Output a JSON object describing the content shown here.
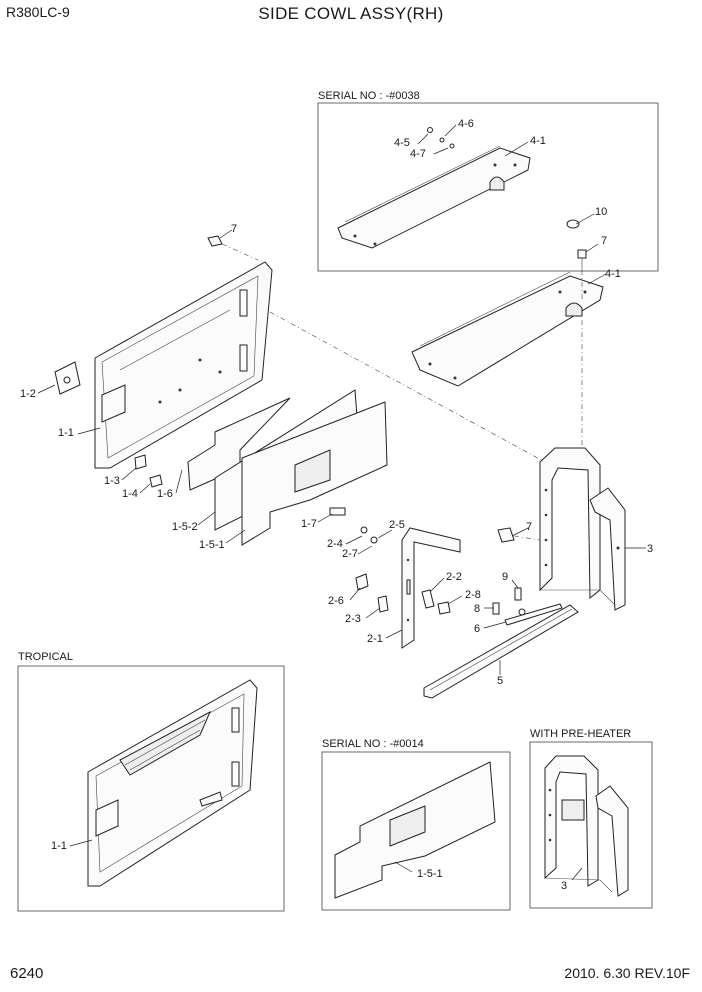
{
  "header": {
    "model": "R380LC-9",
    "title": "SIDE COWL ASSY(RH)"
  },
  "footer": {
    "page_number": "6240",
    "date_revision": "2010. 6.30  REV.10F"
  },
  "boxes": {
    "serial_0038": "SERIAL NO : -#0038",
    "tropical": "TROPICAL",
    "serial_0014": "SERIAL NO : -#0014",
    "pre_heater": "WITH PRE-HEATER"
  },
  "callouts": {
    "c4_6": "4-6",
    "c4_5": "4-5",
    "c4_7": "4-7",
    "c4_1a": "4-1",
    "c10": "10",
    "c7a": "7",
    "c4_1b": "4-1",
    "c7b": "7",
    "c1_2": "1-2",
    "c1_1": "1-1",
    "c1_3": "1-3",
    "c1_4": "1-4",
    "c1_6": "1-6",
    "c1_5_2": "1-5-2",
    "c1_5_1": "1-5-1",
    "c1_7": "1-7",
    "c2_5": "2-5",
    "c2_4": "2-4",
    "c2_7": "2-7",
    "c7c": "7",
    "c3a": "3",
    "c2_2": "2-2",
    "c2_8": "2-8",
    "c9": "9",
    "c8": "8",
    "c2_6": "2-6",
    "c2_3": "2-3",
    "c6": "6",
    "c2_1": "2-1",
    "c5": "5",
    "c1_1b": "1-1",
    "c1_5_1b": "1-5-1",
    "c3b": "3"
  }
}
